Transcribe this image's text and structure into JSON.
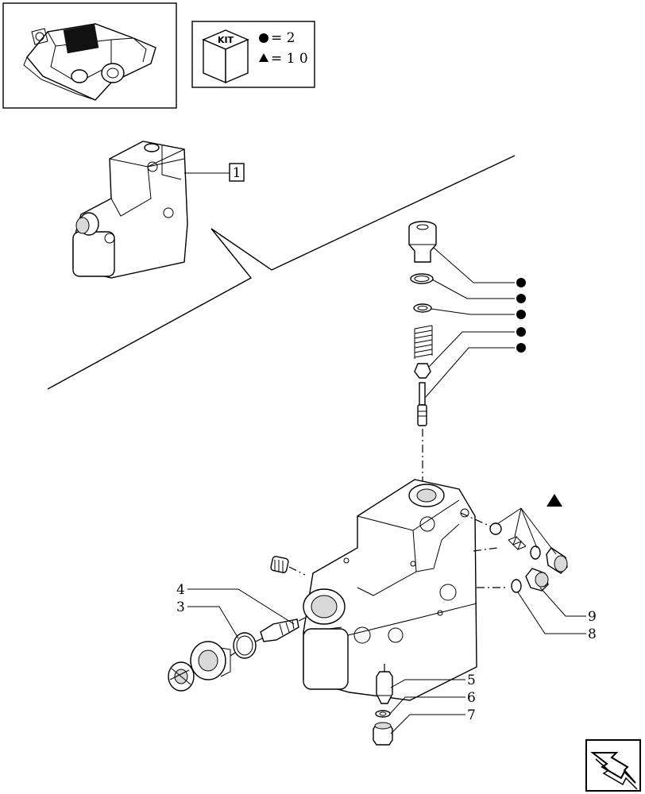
{
  "kit": {
    "label": "KIT",
    "circle_eq": "= 2",
    "triangle_eq": "= 1 0"
  },
  "callouts": {
    "main_assembly": "1",
    "items": [
      "3",
      "4",
      "5",
      "6",
      "7",
      "8",
      "9"
    ]
  }
}
